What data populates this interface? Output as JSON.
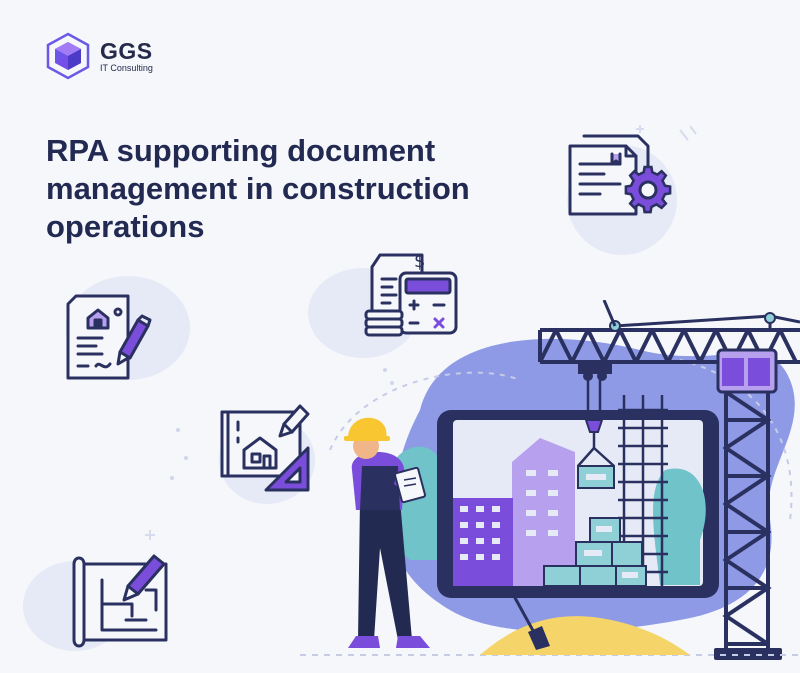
{
  "brand": {
    "name": "GGS",
    "tagline": "IT Consulting"
  },
  "headline": {
    "lines": [
      "RPA supporting document",
      "management in construction",
      "operations"
    ]
  },
  "icons": [
    "document-gear-icon",
    "invoice-calculator-icon",
    "contract-signing-icon",
    "blueprint-house-icon",
    "floorplan-pencil-icon"
  ],
  "colors": {
    "navy": "#2a3160",
    "purple": "#7b4ddb",
    "light_purple": "#b7a1ee",
    "blue_blob": "#8e9ae6",
    "sand": "#f5d46a",
    "helmet": "#f7c631",
    "teal": "#8fd0d6",
    "background": "#f5f7fb"
  }
}
